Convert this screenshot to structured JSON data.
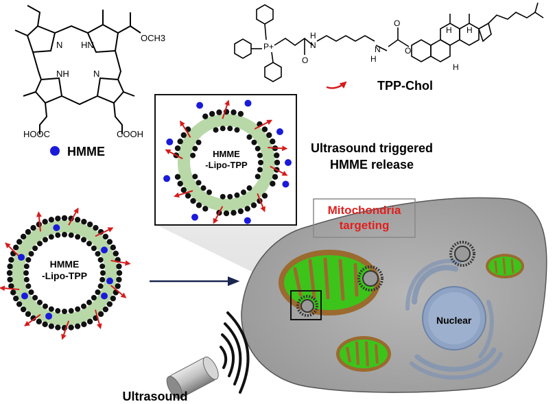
{
  "labels": {
    "hmme_legend": "HMME",
    "tpp_chol": "TPP-Chol",
    "release_line1": "Ultrasound triggered",
    "release_line2": "HMME release",
    "mito_line1": "Mitochondria",
    "mito_line2": "targeting",
    "ultrasound": "Ultrasound",
    "nuclear": "Nuclear",
    "lipo_line1": "HMME",
    "lipo_line2": "-Lipo-TPP",
    "burst_line1": "HMME",
    "burst_line2": "-Lipo-TPP"
  },
  "chem": {
    "hmme_atoms": [
      "N",
      "HN",
      "NH",
      "N",
      "OCH3",
      "HOOC",
      "COOH"
    ],
    "tpp_atoms": [
      "P+",
      "H",
      "N",
      "O",
      "H",
      "N",
      "O",
      "O",
      "H",
      "H",
      "H"
    ]
  },
  "colors": {
    "hmme_dot": "#1a1adb",
    "arrow_red": "#d81b1b",
    "mito_label": "#e0201e",
    "cell_fill": "#a9a9a9",
    "mito_green": "#3cc41a",
    "mito_outer": "#9b6a2e",
    "nucleus": "#8fa4c4",
    "lipid_tail": "#b8d8a8"
  }
}
